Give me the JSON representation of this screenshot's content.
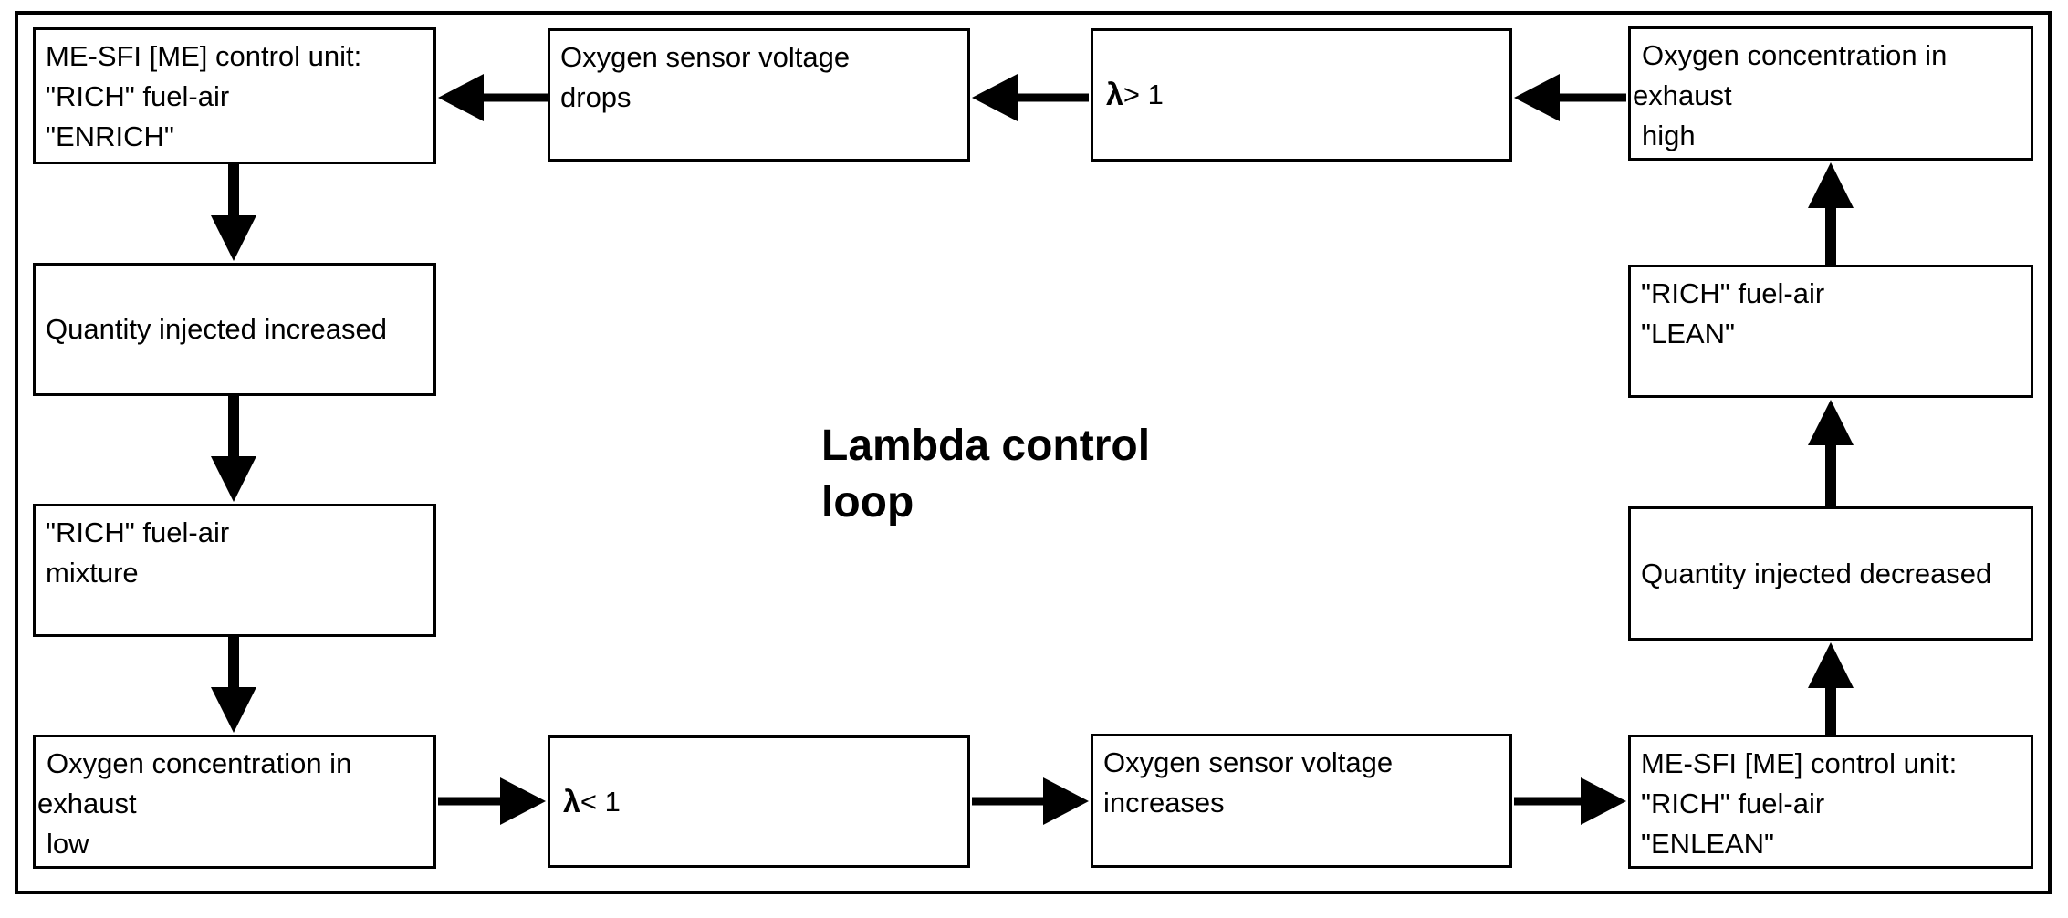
{
  "title": {
    "line1": "Lambda control",
    "line2": "loop"
  },
  "colors": {
    "ink": "#000000",
    "paper": "#ffffff"
  },
  "boxes": {
    "enrich_unit": {
      "lines": [
        "ME-SFI [ME] control unit:",
        "\"RICH\" fuel-air",
        "\"ENRICH\""
      ]
    },
    "o2_drops": {
      "lines": [
        "Oxygen sensor voltage",
        "drops"
      ]
    },
    "lambda_gt": {
      "symbol": "λ",
      "rest": "> 1"
    },
    "o2_high": {
      "lines": [
        "Oxygen concentration in",
        "exhaust",
        "high"
      ]
    },
    "qty_increased": {
      "lines": [
        "Quantity injected increased"
      ]
    },
    "rich_mixture": {
      "lines": [
        "\"RICH\" fuel-air",
        "mixture"
      ]
    },
    "o2_low": {
      "lines": [
        "Oxygen concentration in",
        "exhaust",
        "low"
      ]
    },
    "lambda_lt": {
      "symbol": "λ",
      "rest": "< 1"
    },
    "o2_increases": {
      "lines": [
        "Oxygen sensor voltage",
        "increases"
      ]
    },
    "enlean_unit": {
      "lines": [
        "ME-SFI [ME] control unit:",
        "\"RICH\" fuel-air",
        "\"ENLEAN\""
      ]
    },
    "qty_decreased": {
      "lines": [
        "Quantity injected decreased"
      ]
    },
    "rich_lean": {
      "lines": [
        "\"RICH\" fuel-air",
        "\"LEAN\""
      ]
    }
  }
}
